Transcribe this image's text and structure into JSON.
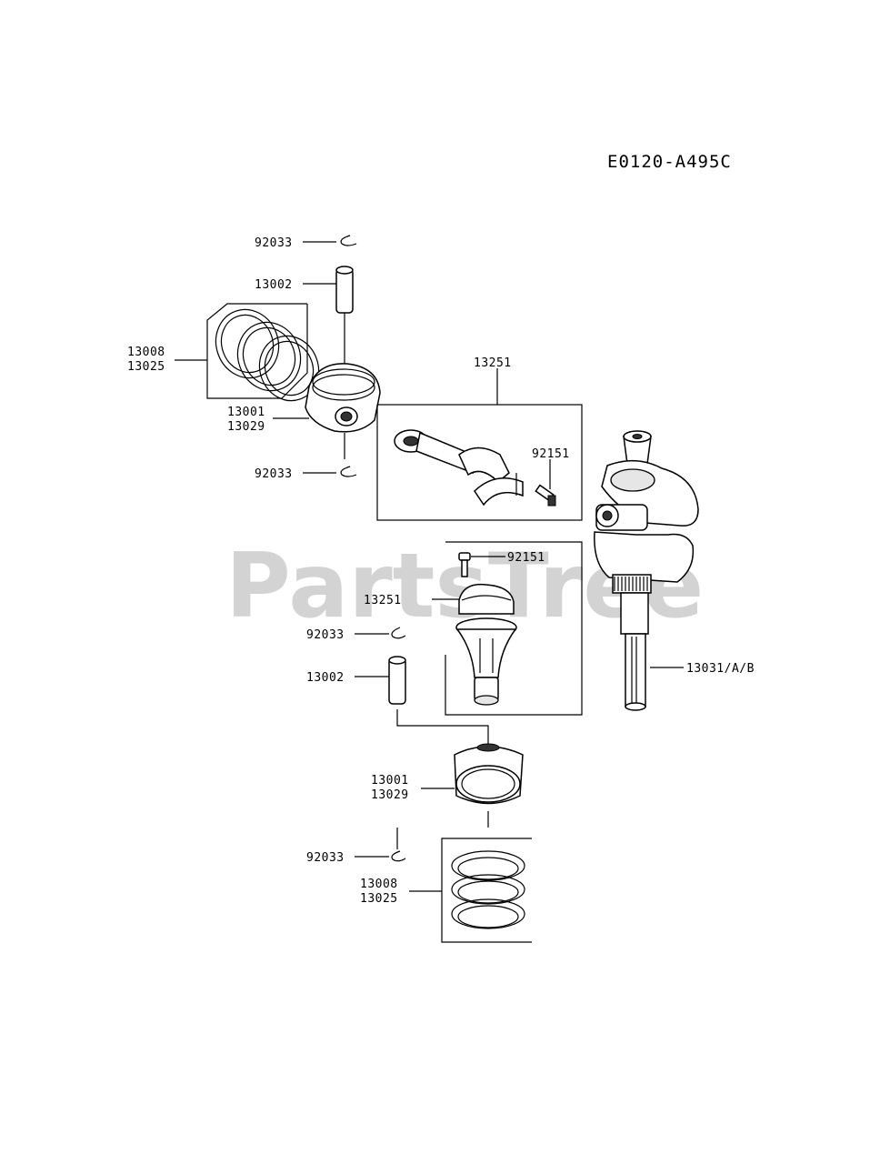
{
  "diagram_code": "E0120-A495C",
  "watermark": "PartsTree",
  "labels": {
    "ring_clip_top": "92033",
    "piston_pin_top": "13002",
    "ring_set_top_a": "13008",
    "ring_set_top_b": "13025",
    "piston_top_a": "13001",
    "piston_top_b": "13029",
    "ring_clip_mid": "92033",
    "con_rod_top": "13251",
    "rod_bolt_top": "92151",
    "rod_bolt_bottom": "92151",
    "con_rod_bottom": "13251",
    "ring_clip_lower": "92033",
    "piston_pin_bottom": "13002",
    "crankshaft": "13031/A/B",
    "piston_bottom_a": "13001",
    "piston_bottom_b": "13029",
    "ring_clip_bottom": "92033",
    "ring_set_bottom_a": "13008",
    "ring_set_bottom_b": "13025"
  }
}
